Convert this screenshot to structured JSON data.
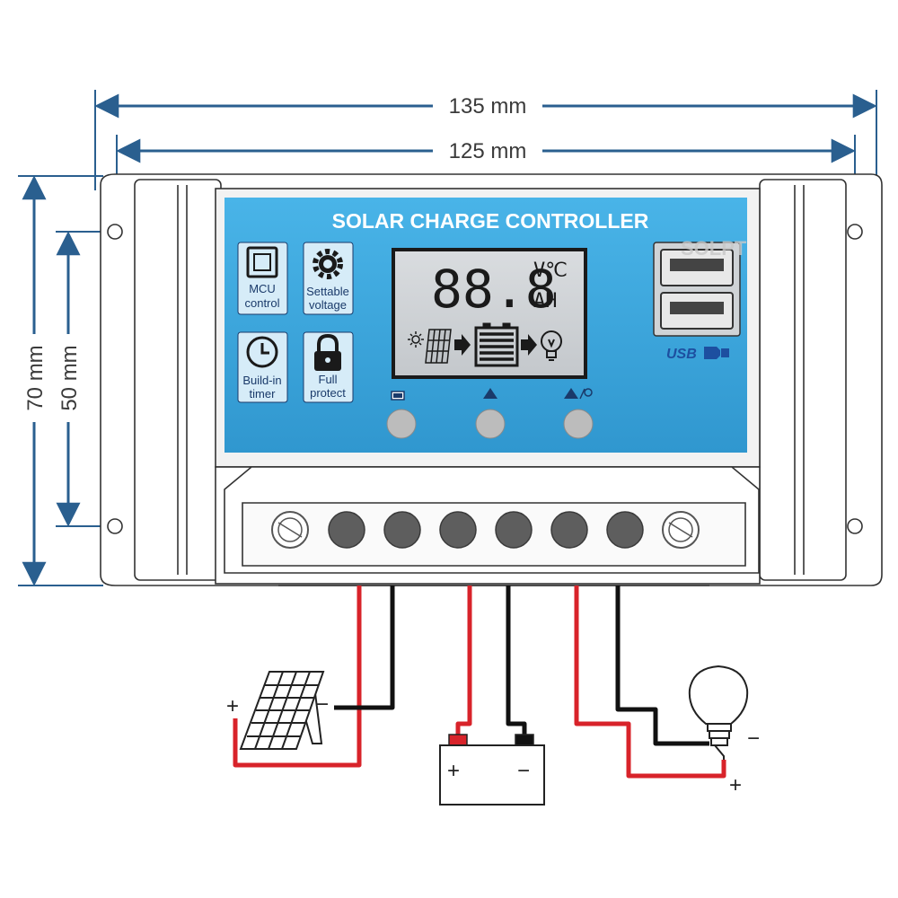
{
  "dimensions": {
    "outer_width": "135 mm",
    "inner_width": "125 mm",
    "outer_height": "70 mm",
    "inner_height": "50 mm"
  },
  "device": {
    "title": "SOLAR CHARGE CONTROLLER",
    "features": [
      {
        "icon": "chip-icon",
        "line1": "MCU",
        "line2": "control"
      },
      {
        "icon": "gear-icon",
        "line1": "Settable",
        "line2": "voltage"
      },
      {
        "icon": "clock-icon",
        "line1": "Build-in",
        "line2": "timer"
      },
      {
        "icon": "padlock-icon",
        "line1": "Full",
        "line2": "protect"
      }
    ],
    "lcd": {
      "digits": "88.8",
      "unit_top": "V℃",
      "unit_bottom": "AH"
    },
    "usb_label": "USB",
    "watermark": "SOLPT",
    "buttons": [
      {
        "icon": "battery-mode-icon"
      },
      {
        "icon": "warning-icon"
      },
      {
        "icon": "warning-lamp-icon"
      }
    ],
    "terminal_count": 6
  },
  "wiring": {
    "panel": {
      "plus": "+",
      "minus": "−"
    },
    "battery": {
      "plus": "+",
      "minus": "−"
    },
    "lamp": {
      "plus": "+",
      "minus": "−"
    },
    "positive_color": "#d8232a",
    "negative_color": "#111111"
  },
  "colors": {
    "panel_blue": "#3aa7dc",
    "dimension_line": "#2a5f8f",
    "housing_outline": "#333333"
  }
}
